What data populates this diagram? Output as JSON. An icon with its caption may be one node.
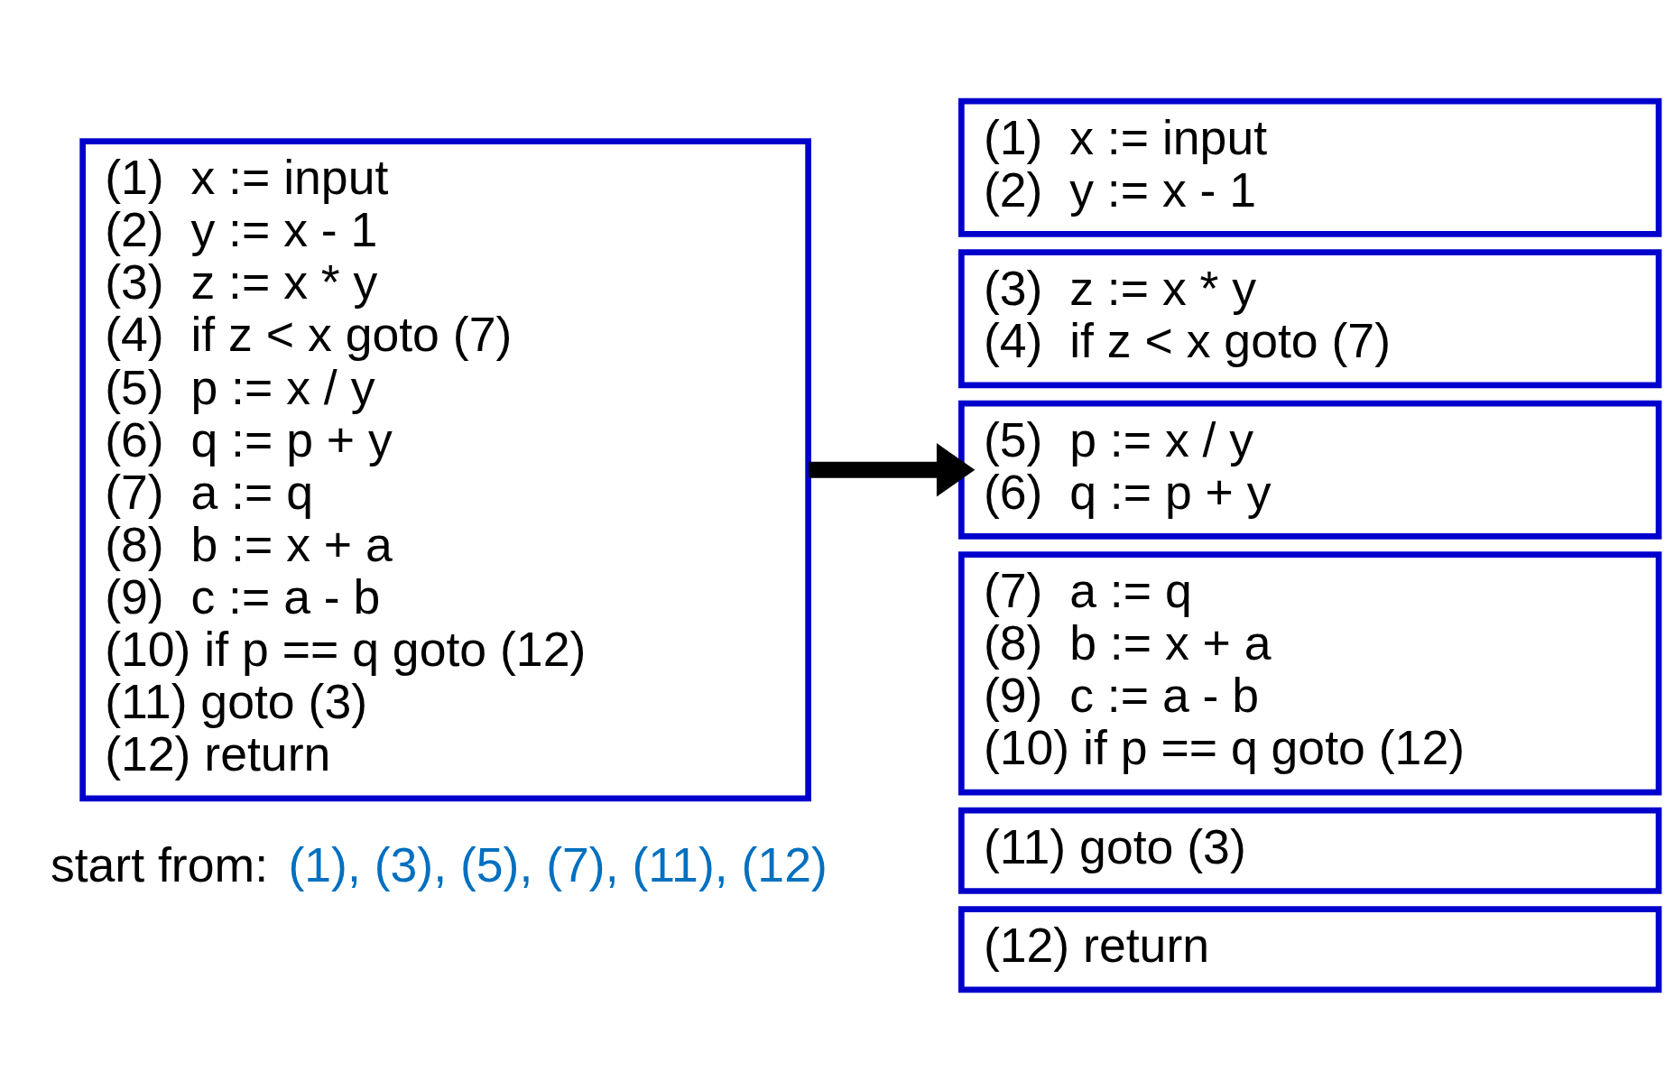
{
  "diagram": {
    "nodes": [
      {
        "text": [
          "(1)  x := input",
          "(2)  y := x - 1",
          "(3)  z := x * y",
          "(4)  if z < x goto (7)",
          "(5)  p := x / y",
          "(6)  q := p + y",
          "(7)  a := q",
          "(8)  b := x + a",
          "(9)  c := a - b",
          "(10) if p == q goto (12)",
          "(11) goto (3)",
          "(12) return"
        ]
      },
      {
        "text": [
          "(1)  x := input",
          "(2)  y := x - 1"
        ]
      },
      {
        "text": [
          "(3)  z := x * y",
          "(4)  if z < x goto (7)"
        ]
      },
      {
        "text": [
          "(5)  p := x / y",
          "(6)  q := p + y"
        ]
      },
      {
        "text": [
          "(7)  a := q",
          "(8)  b := x + a",
          "(9)  c := a - b",
          "(10) if p == q goto (12)"
        ]
      },
      {
        "text": [
          "(11) goto (3)"
        ]
      },
      {
        "text": [
          "(12) return"
        ]
      }
    ],
    "edges": [
      {
        "from": 0,
        "to": 3,
        "arrow": "to"
      }
    ],
    "labels": [
      "start from:",
      "(1), (3), (5), (7), (11), (12)"
    ]
  }
}
